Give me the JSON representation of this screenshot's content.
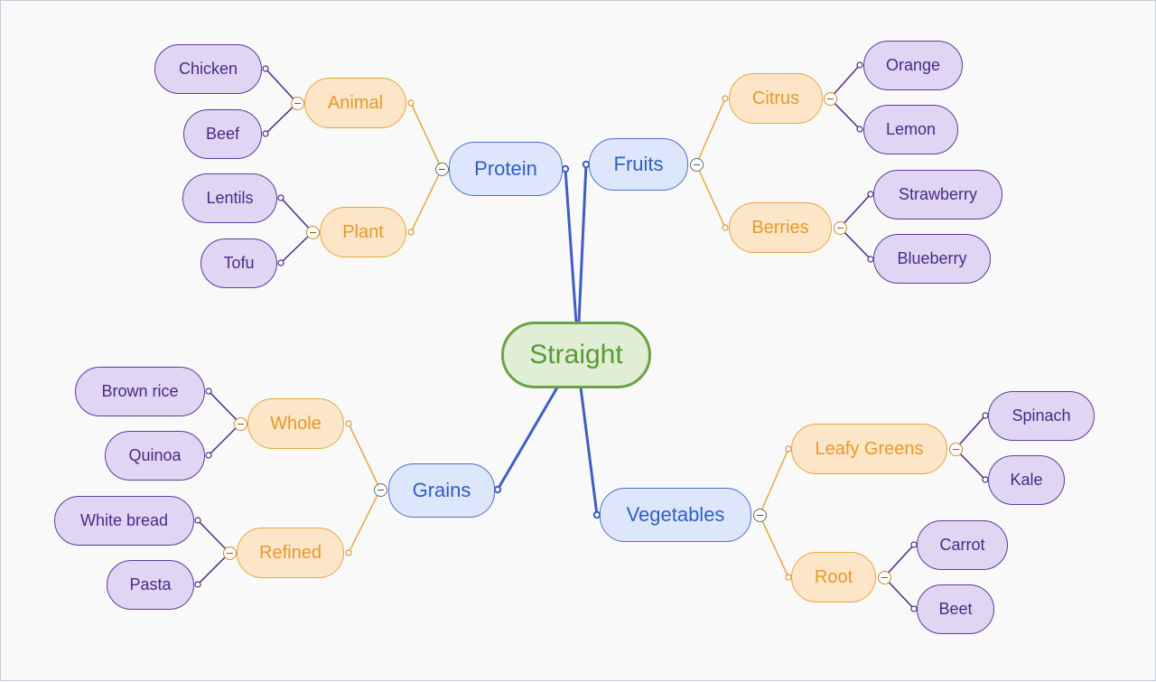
{
  "root": {
    "label": "Straight"
  },
  "branches": {
    "protein": {
      "label": "Protein",
      "animal": {
        "label": "Animal",
        "chicken": "Chicken",
        "beef": "Beef"
      },
      "plant": {
        "label": "Plant",
        "lentils": "Lentils",
        "tofu": "Tofu"
      }
    },
    "fruits": {
      "label": "Fruits",
      "citrus": {
        "label": "Citrus",
        "orange": "Orange",
        "lemon": "Lemon"
      },
      "berries": {
        "label": "Berries",
        "strawberry": "Strawberry",
        "blueberry": "Blueberry"
      }
    },
    "grains": {
      "label": "Grains",
      "whole": {
        "label": "Whole",
        "brown_rice": "Brown rice",
        "quinoa": "Quinoa"
      },
      "refined": {
        "label": "Refined",
        "white_bread": "White bread",
        "pasta": "Pasta"
      }
    },
    "vegetables": {
      "label": "Vegetables",
      "leafy": {
        "label": "Leafy Greens",
        "spinach": "Spinach",
        "kale": "Kale"
      },
      "root": {
        "label": "Root",
        "carrot": "Carrot",
        "beet": "Beet"
      }
    }
  },
  "colors": {
    "root_border": "#6ba343",
    "level1_border": "#4a72c8",
    "level2_border": "#e9a640",
    "level3_border": "#5f3a9c"
  }
}
